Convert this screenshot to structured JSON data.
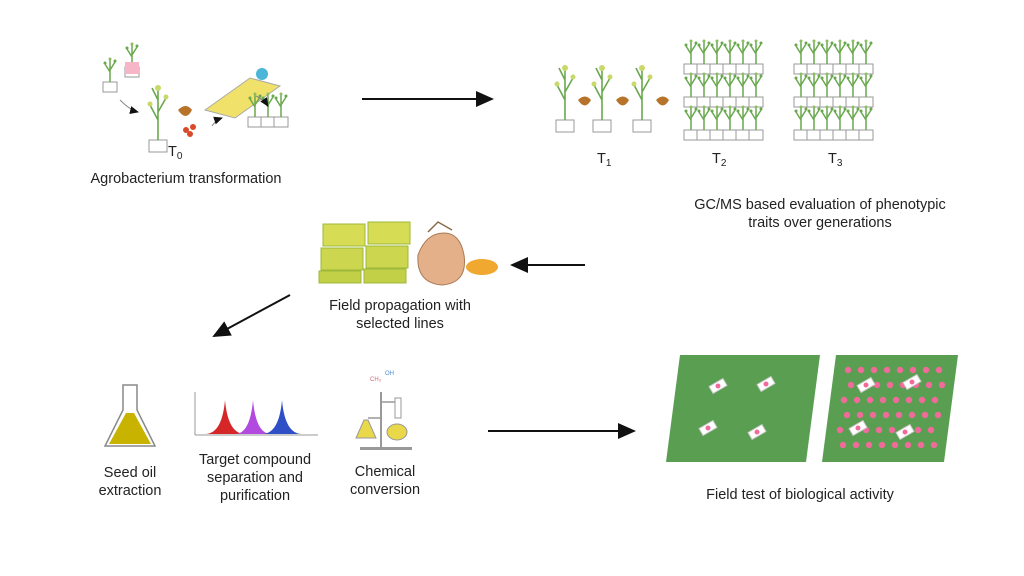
{
  "labels": {
    "t0_letter": "T",
    "t0_sub": "0",
    "agro": "Agrobacterium transformation",
    "t1_letter": "T",
    "t1_sub": "1",
    "t2_letter": "T",
    "t2_sub": "2",
    "t3_letter": "T",
    "t3_sub": "3",
    "gcms_line1": "GC/MS based evaluation of phenotypic",
    "gcms_line2": "traits over generations",
    "field_prop_line1": "Field propagation with",
    "field_prop_line2": "selected lines",
    "seed_oil_line1": "Seed oil",
    "seed_oil_line2": "extraction",
    "target_line1": "Target compound",
    "target_line2": "separation and",
    "target_line3": "purification",
    "chem_line1": "Chemical",
    "chem_line2": "conversion",
    "field_test": "Field test of biological activity"
  },
  "colors": {
    "plant_green": "#6aa84f",
    "seed_yellow": "#e8d84a",
    "oil_yellow": "#c8b400",
    "field_green": "#5a9e52",
    "field_dot_pink": "#f06a9a",
    "peak_red": "#d62728",
    "peak_purple": "#b24ae0",
    "peak_blue": "#2f4fc6",
    "bag": "#e3b089",
    "grain_orange": "#f0a830"
  }
}
